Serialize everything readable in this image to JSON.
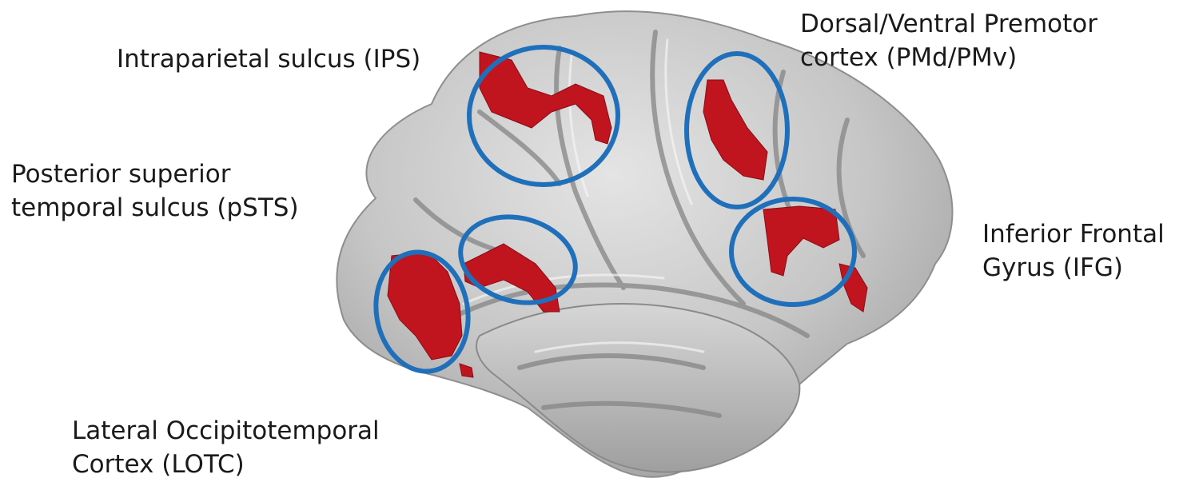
{
  "labels": {
    "ips": [
      "Intraparietal sulcus (IPS)"
    ],
    "pm": [
      "Dorsal/Ventral Premotor",
      "cortex (PMd/PMv)"
    ],
    "psts": [
      "Posterior superior",
      "temporal sulcus (pSTS)"
    ],
    "ifg": [
      "Inferior Frontal",
      "Gyrus (IFG)"
    ],
    "lotc": [
      "Lateral Occipitotemporal",
      "Cortex (LOTC)"
    ]
  },
  "colors": {
    "cortex": "#b9b9b9",
    "activation": "#c0141f",
    "circle": "#1f6fba",
    "text": "#1a1a1a"
  }
}
